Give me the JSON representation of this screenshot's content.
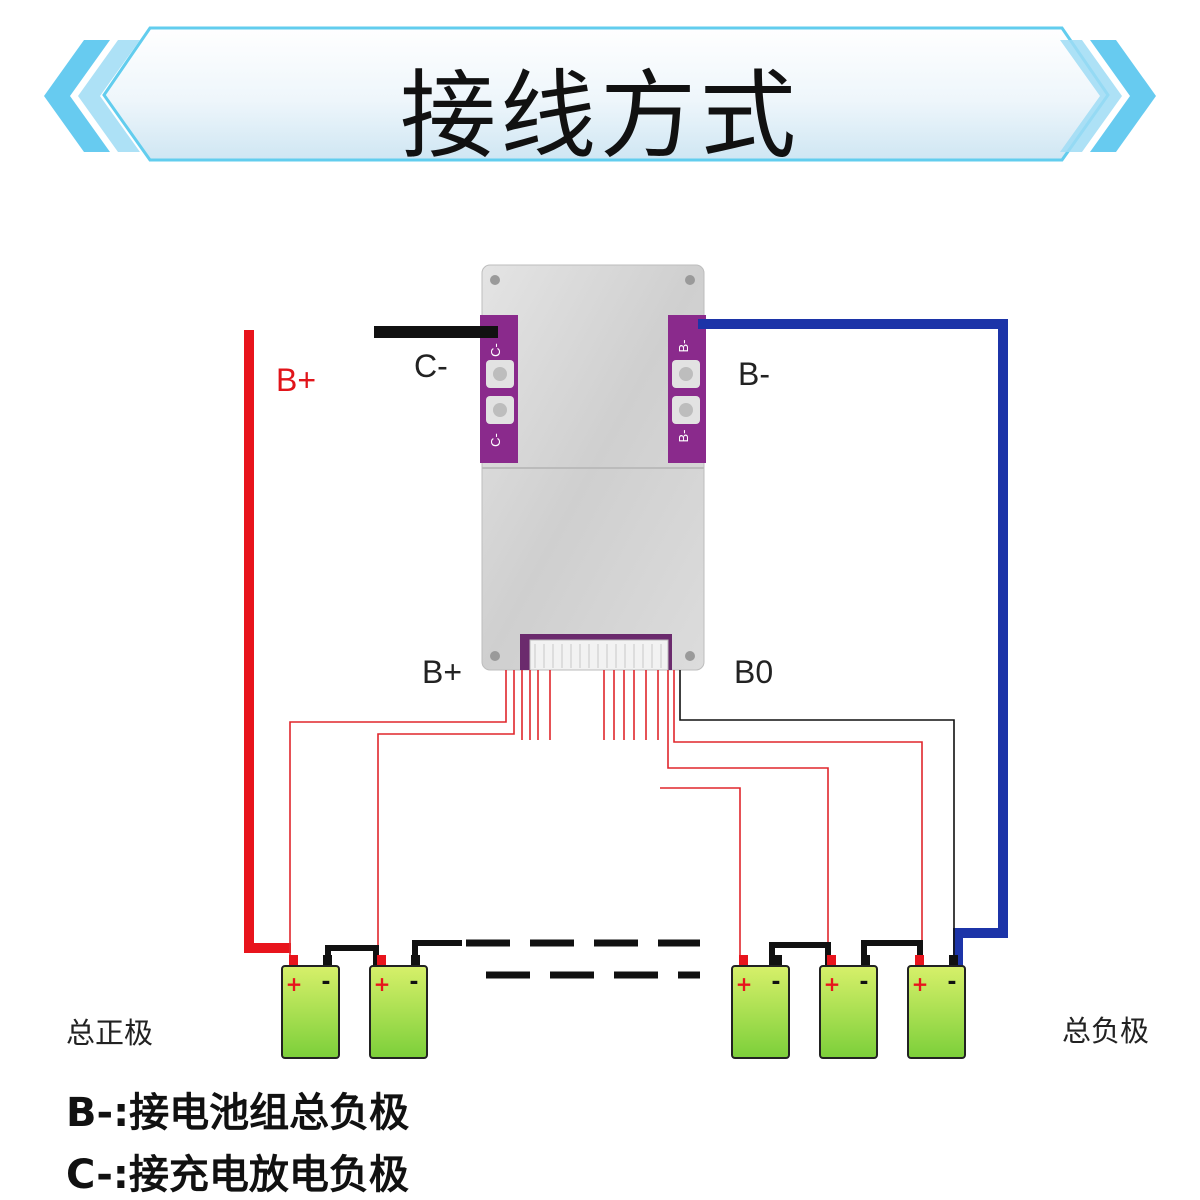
{
  "title": "接线方式",
  "board": {
    "c_minus_label": "C-",
    "b_minus_label": "B-",
    "b_plus_label": "B+",
    "b0_label": "B0",
    "pad_left_text": "C-",
    "pad_right_text": "B-"
  },
  "wire_labels": {
    "b_plus": "B+"
  },
  "poles": {
    "positive": "总正极",
    "negative": "总负极"
  },
  "battery_symbols": {
    "plus": "+",
    "minus": "-"
  },
  "notes": [
    "B-:接电池组总负极",
    "C-:接充电放电负极"
  ],
  "colors": {
    "positive_wire": "#e8141c",
    "negative_wire": "#1c34a8",
    "charge_wire": "#111111",
    "sense_wire": "#e0262c",
    "board_pad": "#8a2a8c",
    "battery_green": "#9fdc3c",
    "banner_accent": "#44c4ee"
  }
}
